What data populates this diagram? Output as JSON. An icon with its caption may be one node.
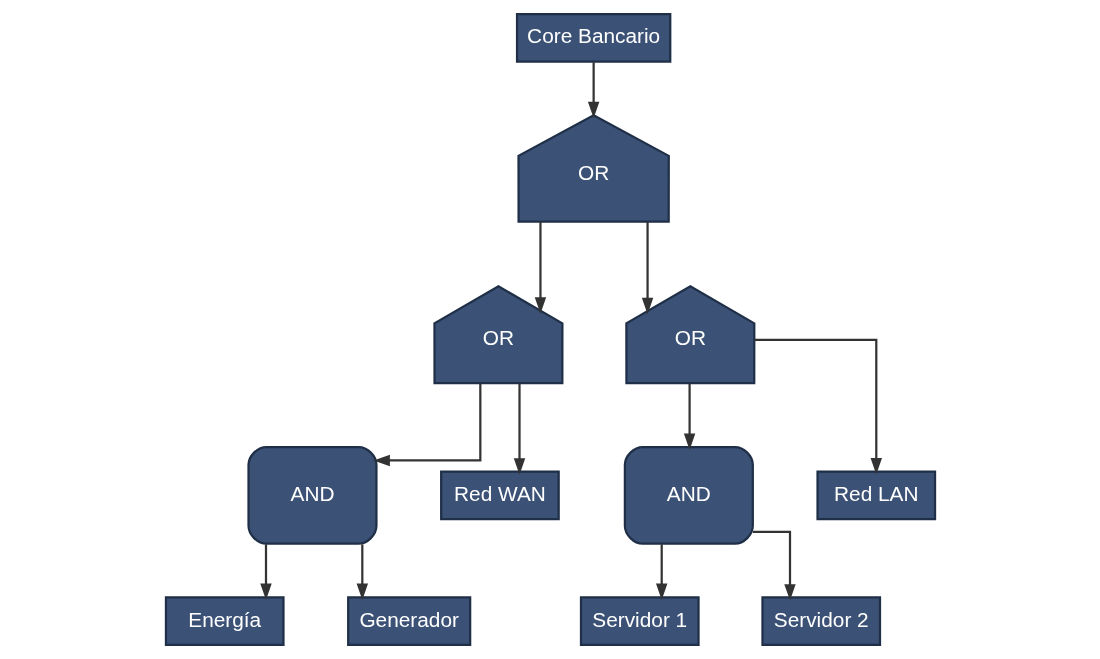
{
  "diagram": {
    "nodes": [
      {
        "text": [
          "Core Bancario"
        ]
      },
      {
        "text": [
          "OR"
        ]
      },
      {
        "text": [
          "OR"
        ]
      },
      {
        "text": [
          "OR"
        ]
      },
      {
        "text": [
          "AND"
        ]
      },
      {
        "text": [
          "Red WAN"
        ]
      },
      {
        "text": [
          "Energía"
        ]
      },
      {
        "text": [
          "Generador"
        ]
      },
      {
        "text": [
          "AND"
        ]
      },
      {
        "text": [
          "Red LAN"
        ]
      },
      {
        "text": [
          "Servidor 1"
        ]
      },
      {
        "text": [
          "Servidor 2"
        ]
      }
    ],
    "edges": [
      {
        "from": 0,
        "to": 1,
        "arrow": "to"
      },
      {
        "from": 1,
        "to": 2,
        "arrow": "to"
      },
      {
        "from": 1,
        "to": 3,
        "arrow": "to"
      },
      {
        "from": 2,
        "to": 4,
        "arrow": "to"
      },
      {
        "from": 2,
        "to": 5,
        "arrow": "to"
      },
      {
        "from": 4,
        "to": 6,
        "arrow": "to"
      },
      {
        "from": 4,
        "to": 7,
        "arrow": "to"
      },
      {
        "from": 3,
        "to": 8,
        "arrow": "to"
      },
      {
        "from": 3,
        "to": 9,
        "arrow": "to"
      },
      {
        "from": 8,
        "to": 10,
        "arrow": "to"
      },
      {
        "from": 8,
        "to": 11,
        "arrow": "to"
      }
    ]
  }
}
